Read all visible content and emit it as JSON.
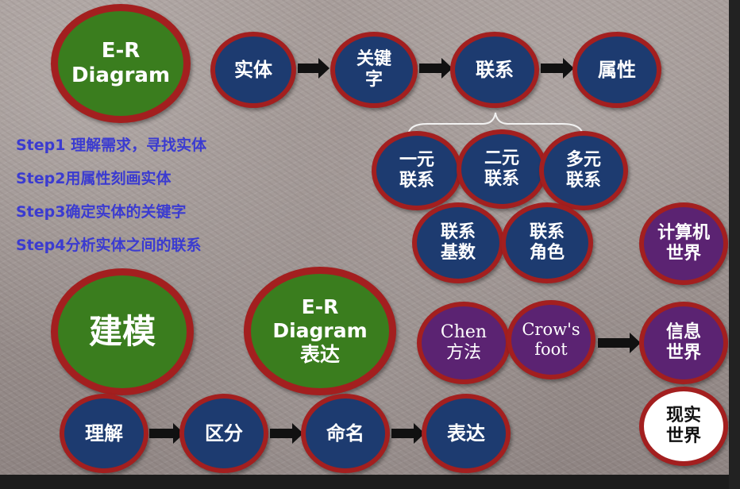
{
  "diagram": {
    "er_diagram_title": "E-R\nDiagram",
    "top_flow": [
      "实体",
      "关键\n字",
      "联系",
      "属性"
    ],
    "relationship_kinds": [
      "一元\n联系",
      "二元\n联系",
      "多元\n联系"
    ],
    "relationship_props": [
      "联系\n基数",
      "联系\n角色"
    ],
    "steps": [
      "Step1 理解需求，寻找实体",
      "Step2用属性刻画实体",
      "Step3确定实体的关键字",
      "Step4分析实体之间的联系"
    ],
    "modeling": "建模",
    "er_expression": "E-R\nDiagram\n表达",
    "bottom_flow": [
      "理解",
      "区分",
      "命名",
      "表达"
    ],
    "notations": [
      "Chen\n方法",
      "Crow's\nfoot"
    ],
    "worlds": [
      "计算机\n世界",
      "信息\n世界",
      "现实\n世界"
    ]
  }
}
